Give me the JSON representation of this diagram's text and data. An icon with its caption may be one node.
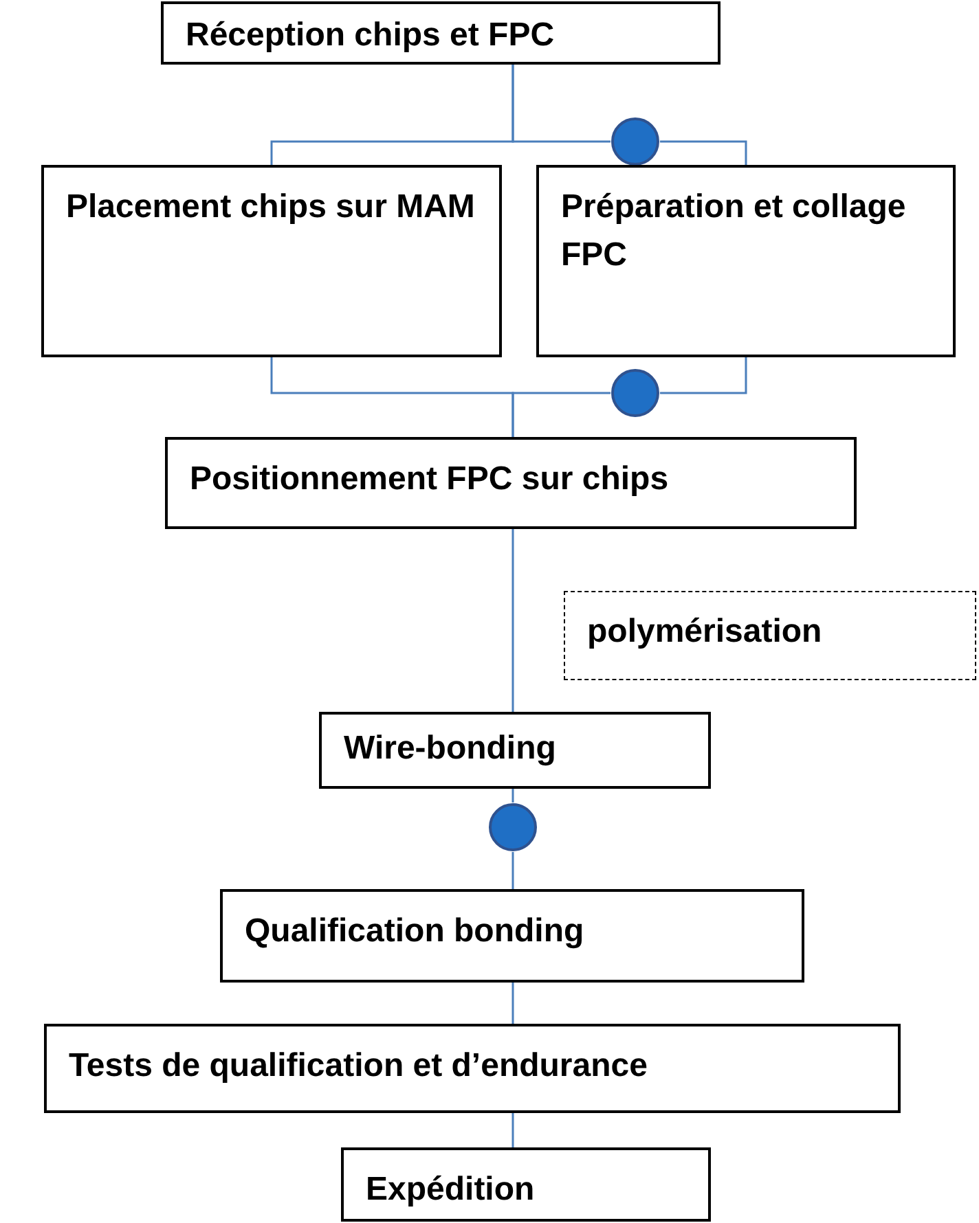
{
  "diagram": {
    "nodes": [
      {
        "text": [
          "Réception chips et FPC"
        ]
      },
      {
        "text": [],
        "shape": "circle"
      },
      {
        "text": [
          "Placement chips sur MAM"
        ]
      },
      {
        "text": [
          "Préparation et collage FPC"
        ]
      },
      {
        "text": [],
        "shape": "circle"
      },
      {
        "text": [
          "Positionnement FPC sur chips"
        ]
      },
      {
        "text": [
          "polymérisation"
        ]
      },
      {
        "text": [
          "Wire-bonding"
        ]
      },
      {
        "text": [],
        "shape": "circle"
      },
      {
        "text": [
          "Qualification bonding"
        ]
      },
      {
        "text": [
          "Tests de qualification et d’endurance"
        ]
      },
      {
        "text": [
          "Expédition"
        ]
      }
    ],
    "edges": [
      {
        "from": 0,
        "to": 2,
        "arrow": "none"
      },
      {
        "from": 0,
        "to": 1,
        "arrow": "none"
      },
      {
        "from": 1,
        "to": 3,
        "arrow": "none"
      },
      {
        "from": 2,
        "to": 5,
        "arrow": "none"
      },
      {
        "from": 3,
        "to": 4,
        "arrow": "none"
      },
      {
        "from": 4,
        "to": 5,
        "arrow": "none"
      },
      {
        "from": 5,
        "to": 7,
        "arrow": "none"
      },
      {
        "from": 7,
        "to": 8,
        "arrow": "none"
      },
      {
        "from": 8,
        "to": 9,
        "arrow": "none"
      },
      {
        "from": 9,
        "to": 10,
        "arrow": "none"
      },
      {
        "from": 10,
        "to": 11,
        "arrow": "none"
      }
    ]
  }
}
